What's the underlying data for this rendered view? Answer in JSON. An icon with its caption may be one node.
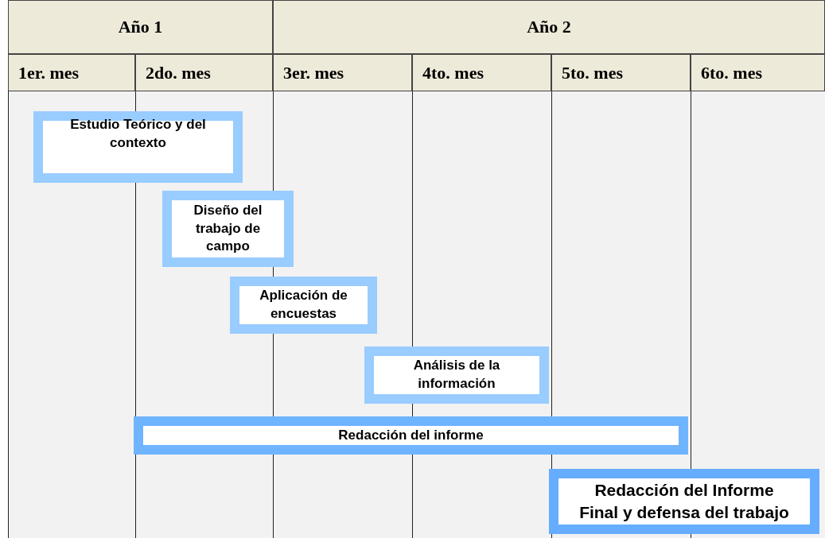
{
  "diagram": {
    "nodes": [
      {
        "text": [
          "Estudio Teórico y del contexto"
        ]
      },
      {
        "text": [
          "Diseño del trabajo de campo"
        ]
      },
      {
        "text": [
          "Aplicación de encuestas"
        ]
      },
      {
        "text": [
          "Análisis de la información"
        ]
      },
      {
        "text": [
          "Redacción del informe"
        ]
      },
      {
        "text": [
          "Redacción del Informe Final y defensa del trabajo"
        ]
      }
    ],
    "labels": [
      "Año 1",
      "Año 2",
      "1er. mes",
      "2do. mes",
      "3er. mes",
      "4to. mes",
      "5to. mes",
      "6to. mes"
    ]
  }
}
